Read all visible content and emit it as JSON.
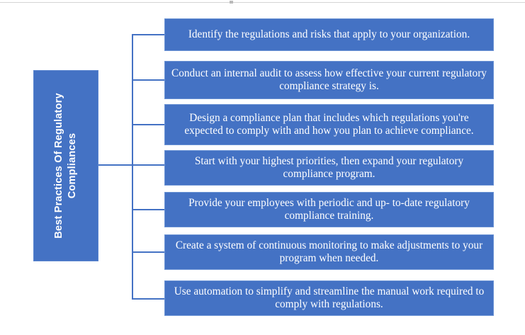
{
  "page": {
    "background_color": "#ffffff",
    "accent_color": "#4472C4",
    "text_color": "#ffffff",
    "border_color": "#6b93d4",
    "rule_color": "#d5d5d5"
  },
  "root": {
    "label": "Best Practices Of Regulatory\nCompliances",
    "orientation": "vertical-rotated-90-ccw"
  },
  "items": [
    {
      "id": "item-1",
      "text": "Identify the regulations and risks that apply to your organization."
    },
    {
      "id": "item-2",
      "text": "Conduct an internal audit to assess how effective your current regulatory compliance strategy is."
    },
    {
      "id": "item-3",
      "text": "Design a compliance plan that includes which regulations you're expected to comply with and how you plan to achieve compliance."
    },
    {
      "id": "item-4",
      "text": "Start with your highest priorities, then expand your regulatory compliance program."
    },
    {
      "id": "item-5",
      "text": "Provide your employees with periodic and up- to-date regulatory compliance training."
    },
    {
      "id": "item-6",
      "text": "Create a system of continuous monitoring to make adjustments to your program when needed."
    },
    {
      "id": "item-7",
      "text": "Use automation to simplify and streamline the manual work required to comply with regulations."
    }
  ],
  "connectors": {
    "trunk_label": "vertical-trunk",
    "stem_label": "root-stem",
    "branch_label": "branch-line"
  }
}
